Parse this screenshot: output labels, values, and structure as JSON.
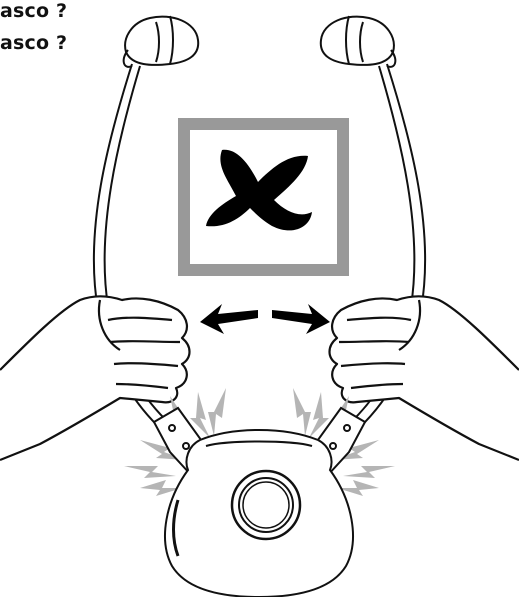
{
  "captions": {
    "line1": "asco ?",
    "line2": "asco ?"
  },
  "warning": {
    "symbol": "cross-mark",
    "frame_color": "#999999",
    "mark_color": "#000000"
  },
  "ink_color": "#111111",
  "burst_color": "#b5b5b5",
  "arrow_color": "#000000"
}
